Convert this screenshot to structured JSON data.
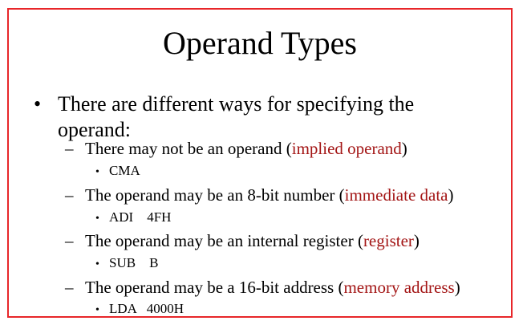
{
  "title": "Operand Types",
  "intro": {
    "bullet": "•",
    "text": "There are different ways for specifying the operand:"
  },
  "items": [
    {
      "dash": "–",
      "prefix": "There may not be an operand (",
      "highlight": "implied operand",
      "suffix": ")",
      "example_bullet": "•",
      "example": "CMA"
    },
    {
      "dash": "–",
      "prefix": "The operand may be an 8-bit number (",
      "highlight": "immediate data",
      "suffix": ")",
      "example_bullet": "•",
      "example": "ADI    4FH"
    },
    {
      "dash": "–",
      "prefix": "The operand may be an internal register (",
      "highlight": "register",
      "suffix": ")",
      "example_bullet": "•",
      "example": "SUB    B"
    },
    {
      "dash": "–",
      "prefix": "The operand may be a 16-bit address (",
      "highlight": "memory address",
      "suffix": ")",
      "example_bullet": "•",
      "example": "LDA   4000H"
    }
  ],
  "colors": {
    "frame": "#e8262a",
    "highlight": "#a31515",
    "text": "#000000"
  }
}
